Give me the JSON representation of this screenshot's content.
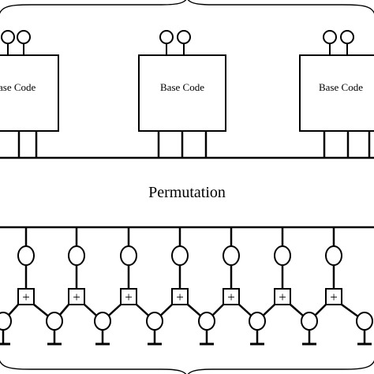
{
  "diagram": {
    "base_code_label": "Base Code",
    "base_codes": [
      {
        "label": "ase Code"
      },
      {
        "label": "Base Code"
      },
      {
        "label": "Base Code"
      }
    ],
    "permutation_label": "Permutation",
    "xor_symbol": "+",
    "stroke_color": "#000000",
    "background_color": "#ffffff"
  }
}
